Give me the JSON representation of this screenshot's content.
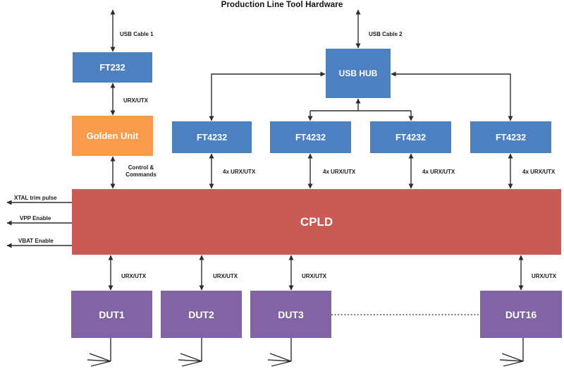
{
  "title": "Production Line Tool Hardware",
  "colors": {
    "blue": "#4C80C0",
    "orange": "#F89B4C",
    "red": "#C95A55",
    "purple": "#8264A4",
    "wire": "#2d2d2d",
    "label_text": "#1c1c1c"
  },
  "boxes": {
    "ft232": "FT232",
    "golden_unit": "Golden Unit",
    "usb_hub": "USB HUB",
    "ft4232": [
      "FT4232",
      "FT4232",
      "FT4232",
      "FT4232"
    ],
    "cpld": "CPLD",
    "duts": [
      "DUT1",
      "DUT2",
      "DUT3",
      "DUT16"
    ]
  },
  "labels": {
    "usb_cable_1": "USB Cable 1",
    "usb_cable_2": "USB Cable 2",
    "urx_utx_golden": "URX/UTX",
    "control_line1": "Control &",
    "control_line2": "Commands",
    "four_x_urx_utx": [
      "4x URX/UTX",
      "4x URX/UTX",
      "4x URX/UTX",
      "4x URX/UTX"
    ],
    "cpld_outputs": [
      "XTAL trim pulse",
      "VPP Enable",
      "VBAT Enable"
    ],
    "urx_utx_duts": [
      "URX/UTX",
      "URX/UTX",
      "URX/UTX",
      "URX/UTX"
    ]
  }
}
